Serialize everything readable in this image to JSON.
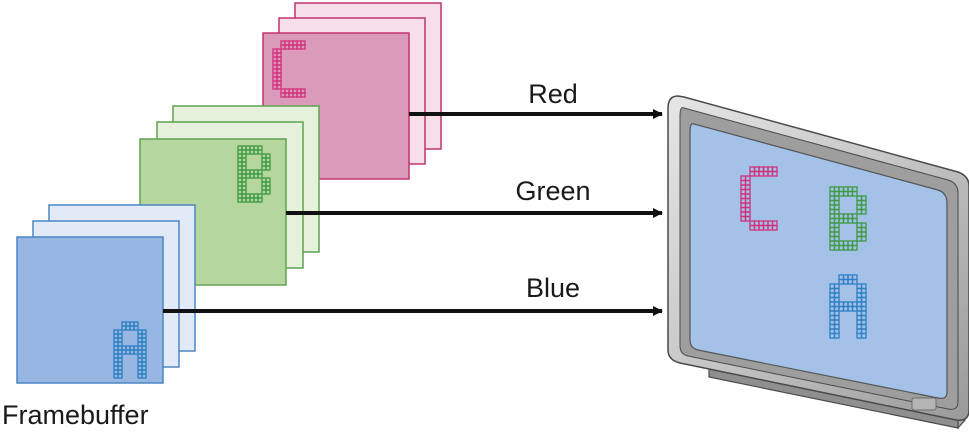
{
  "labels": {
    "red": "Red",
    "green": "Green",
    "blue": "Blue",
    "framebuffer": "Framebuffer"
  },
  "plane_letters": {
    "red": "C",
    "green": "B",
    "blue": "A"
  },
  "colors": {
    "red_plane_front": "#db9ab9",
    "red_plane_back": "#f7dfea",
    "red_border": "#c0336f",
    "red_pixel": "#d2317b",
    "green_plane_front": "#b5d69d",
    "green_plane_back": "#e6f1db",
    "green_border": "#5fa352",
    "green_pixel": "#3f9a44",
    "blue_plane_front": "#97b7e2",
    "blue_plane_back": "#e1eaf6",
    "blue_border": "#4b86c4",
    "blue_pixel": "#2e7fc3",
    "screen": "#a4c1e8",
    "monitor_bezel": "#c7c7c7",
    "arrow": "#111111"
  }
}
